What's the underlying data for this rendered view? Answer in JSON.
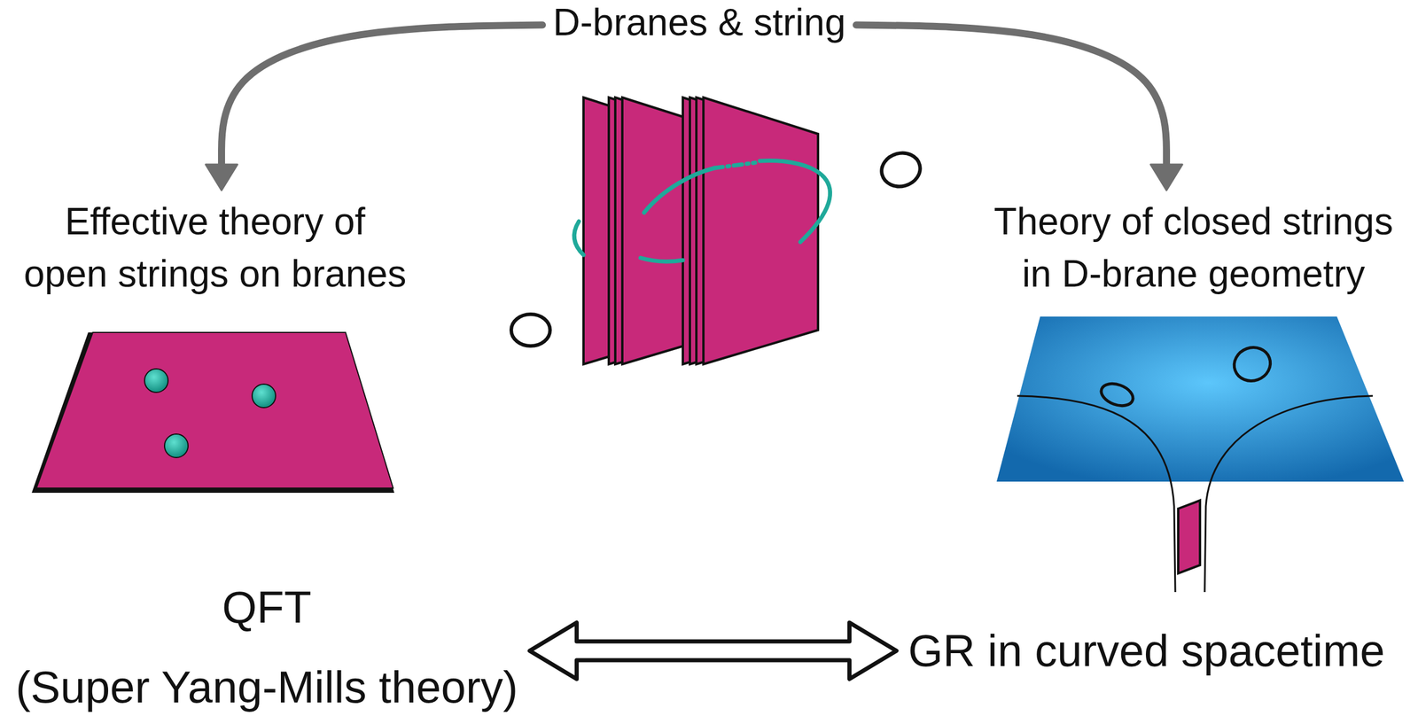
{
  "diagram": {
    "nodes": [
      {
        "text": [
          "D-branes & string"
        ]
      },
      {
        "text": [
          "Effective theory of open strings on branes"
        ]
      },
      {
        "text": [
          "Theory of closed strings in D-brane geometry"
        ]
      },
      {
        "text": [
          "QFT",
          "(Super Yang-Mills theory)"
        ]
      },
      {
        "text": [
          "GR in curved spacetime"
        ]
      }
    ],
    "edges": [
      {
        "from": 0,
        "to": 1,
        "arrow": "to"
      },
      {
        "from": 0,
        "to": 2,
        "arrow": "to"
      },
      {
        "from": 3,
        "to": 4,
        "arrow": "both"
      }
    ]
  }
}
